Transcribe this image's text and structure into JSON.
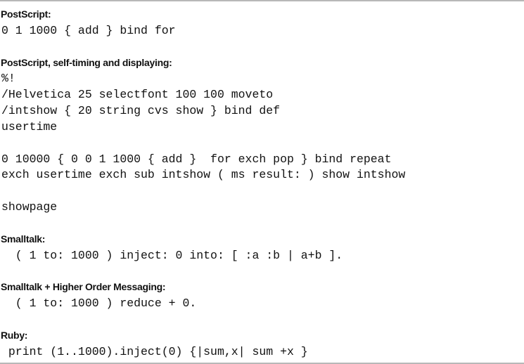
{
  "sections": [
    {
      "heading": "PostScript:",
      "code": [
        "0 1 1000 { add } bind for"
      ]
    },
    {
      "heading": "PostScript, self-timing and displaying:",
      "code": [
        "%!",
        "/Helvetica 25 selectfont 100 100 moveto",
        "/intshow { 20 string cvs show } bind def",
        "usertime",
        "",
        "0 10000 { 0 0 1 1000 { add }  for exch pop } bind repeat",
        "exch usertime exch sub intshow ( ms result: ) show intshow",
        "",
        "showpage"
      ]
    },
    {
      "heading": "Smalltalk:",
      "code": [
        "  ( 1 to: 1000 ) inject: 0 into: [ :a :b | a+b ]."
      ]
    },
    {
      "heading": "Smalltalk + Higher Order Messaging:",
      "code": [
        "  ( 1 to: 1000 ) reduce + 0."
      ]
    },
    {
      "heading": "Ruby:",
      "code": [
        " print (1..1000).inject(0) {|sum,x| sum +x }"
      ]
    }
  ]
}
